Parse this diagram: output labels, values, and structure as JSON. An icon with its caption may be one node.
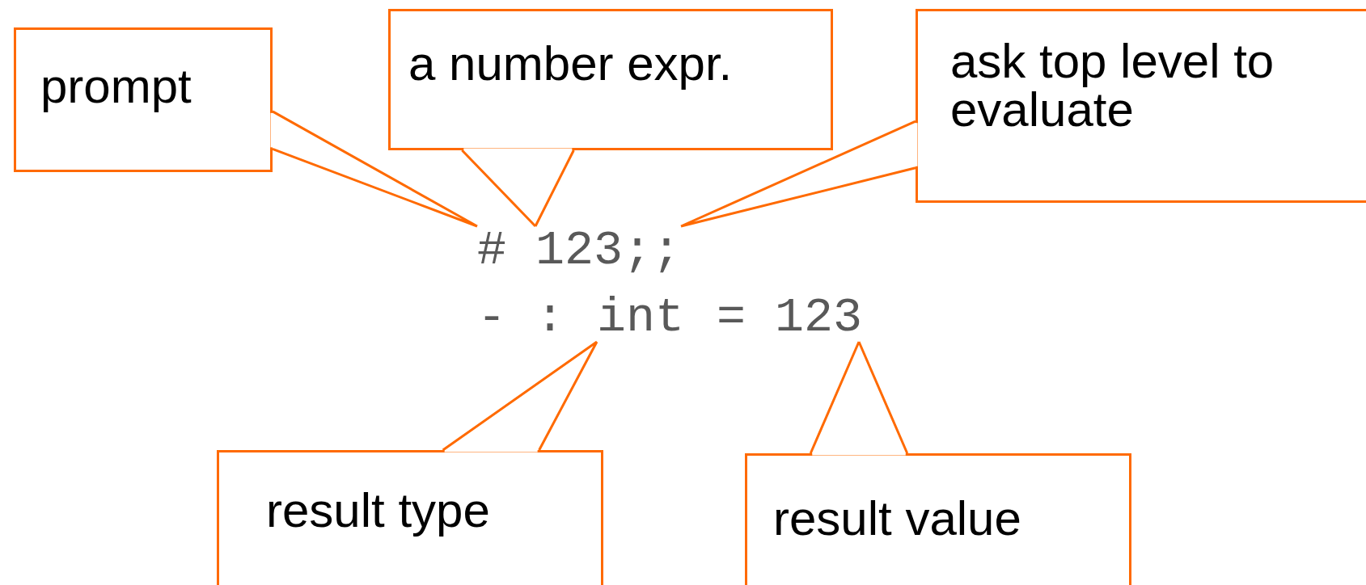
{
  "diagram": {
    "nodes": [
      {
        "text": [
          "prompt"
        ]
      },
      {
        "text": [
          "a number expr."
        ]
      },
      {
        "text": [
          "ask top level to evaluate"
        ]
      },
      {
        "text": [
          "#"
        ]
      },
      {
        "text": [
          "123"
        ]
      },
      {
        "text": [
          ";;"
        ]
      },
      {
        "text": [
          "int"
        ]
      },
      {
        "text": [
          "123"
        ]
      },
      {
        "text": [
          "result type"
        ]
      },
      {
        "text": [
          "result value"
        ]
      }
    ],
    "edges": [
      {
        "from": 0,
        "to": 3,
        "arrow": "none"
      },
      {
        "from": 1,
        "to": 4,
        "arrow": "none"
      },
      {
        "from": 2,
        "to": 5,
        "arrow": "none"
      },
      {
        "from": 8,
        "to": 6,
        "arrow": "none"
      },
      {
        "from": 9,
        "to": 7,
        "arrow": "none"
      }
    ],
    "labels": [
      "- :",
      "="
    ]
  }
}
